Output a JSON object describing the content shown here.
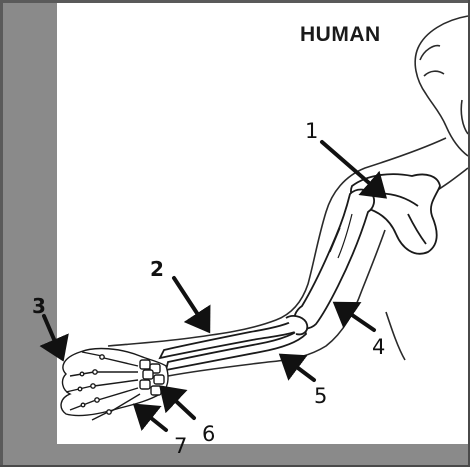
{
  "title": "HUMAN",
  "labels": {
    "n1": "1",
    "n2": "2",
    "n3": "3",
    "n4": "4",
    "n5": "5",
    "n6": "6",
    "n7": "7"
  },
  "colors": {
    "frame": "#8a8a8a",
    "ink": "#111111",
    "bone_fill": "#ffffff",
    "skin_outline": "#2a2a2a"
  }
}
